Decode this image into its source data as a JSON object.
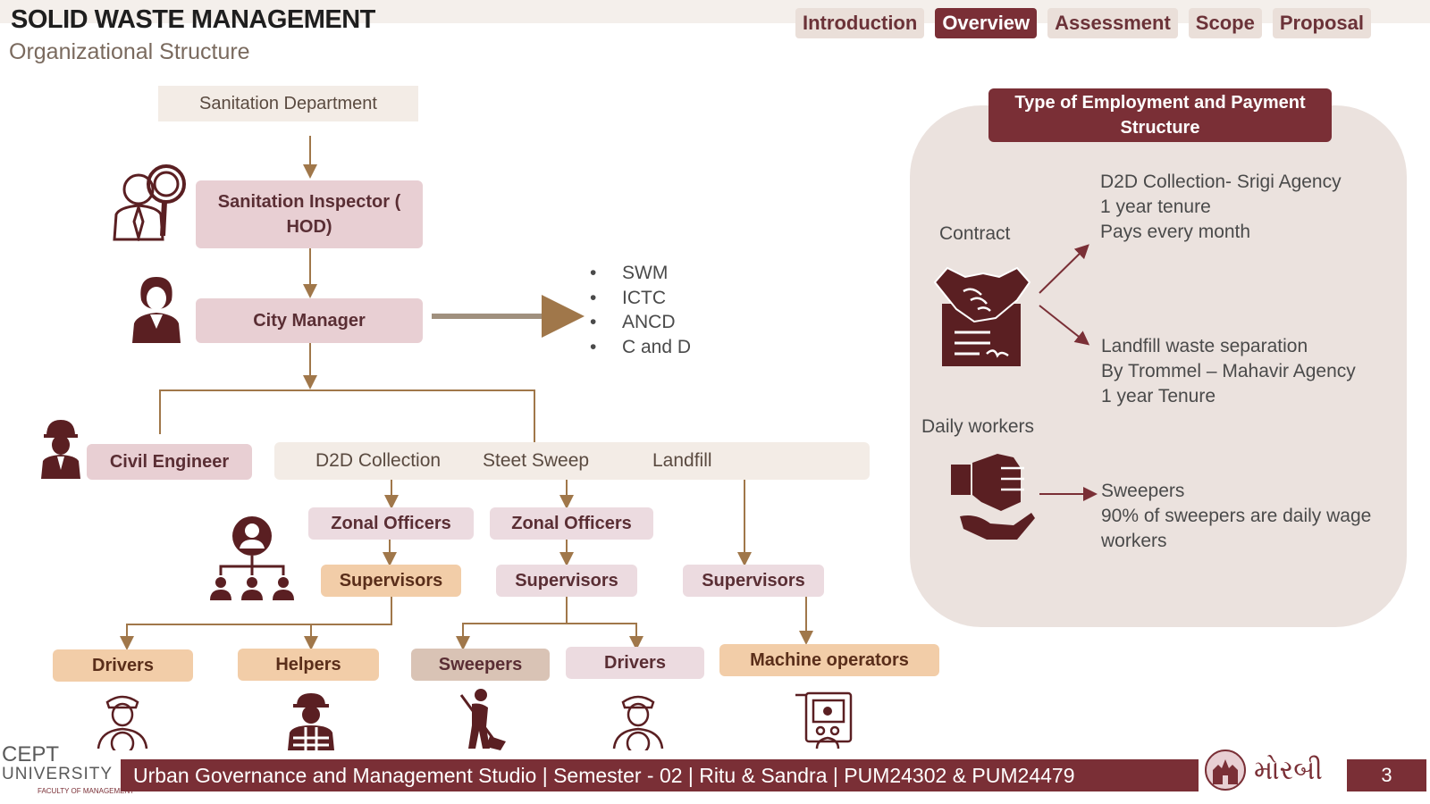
{
  "header": {
    "title": "SOLID WASTE MANAGEMENT",
    "subtitle": "Organizational Structure",
    "tabs": [
      "Introduction",
      "Overview",
      "Assessment",
      "Scope",
      "Proposal"
    ],
    "active_tab": "Overview"
  },
  "org": {
    "department": "Sanitation Department",
    "inspector": "Sanitation Inspector ( HOD)",
    "city_manager": "City Manager",
    "cm_functions": [
      "SWM",
      "ICTC",
      "ANCD",
      "C and D"
    ],
    "civil_engineer": "Civil Engineer",
    "divisions": [
      "D2D Collection",
      "Steet Sweep",
      "Landfill"
    ],
    "zonal_officers": [
      "Zonal Officers",
      "Zonal Officers"
    ],
    "supervisors": [
      "Supervisors",
      "Supervisors",
      "Supervisors"
    ],
    "staff": [
      "Drivers",
      "Helpers",
      "Sweepers",
      "Drivers",
      "Machine operators"
    ]
  },
  "employment": {
    "heading": "Type of Employment and Payment Structure",
    "contract_label": "Contract",
    "contract_d2d": [
      "D2D Collection- Srigi Agency",
      "1 year tenure",
      "Pays every month"
    ],
    "contract_landfill": [
      "Landfill waste separation",
      "By Trommel – Mahavir Agency",
      "1 year Tenure"
    ],
    "daily_label": "Daily workers",
    "daily_details": [
      "Sweepers",
      "90% of sweepers are daily wage",
      "workers"
    ]
  },
  "footer": {
    "text": "Urban Governance and Management Studio | Semester - 02 | Ritu & Sandra | PUM24302 & PUM24479",
    "page": "3",
    "logo_cept": "CEPT",
    "logo_university": "UNIVERSITY",
    "logo_faculty": "FACULTY OF MANAGEMENT",
    "city_logo_text": "મોરબી"
  },
  "colors": {
    "maroon": "#7a2f36",
    "arrow_brown": "#a0774a",
    "box_pink": "#e8cfd3",
    "box_tan": "#f2cda8"
  },
  "icons": [
    "inspector-icon",
    "manager-woman-icon",
    "engineer-icon",
    "team-hierarchy-icon",
    "driver-icon",
    "helper-icon",
    "sweeper-icon",
    "machine-operator-icon",
    "handshake-contract-icon",
    "handshake-daily-icon"
  ]
}
